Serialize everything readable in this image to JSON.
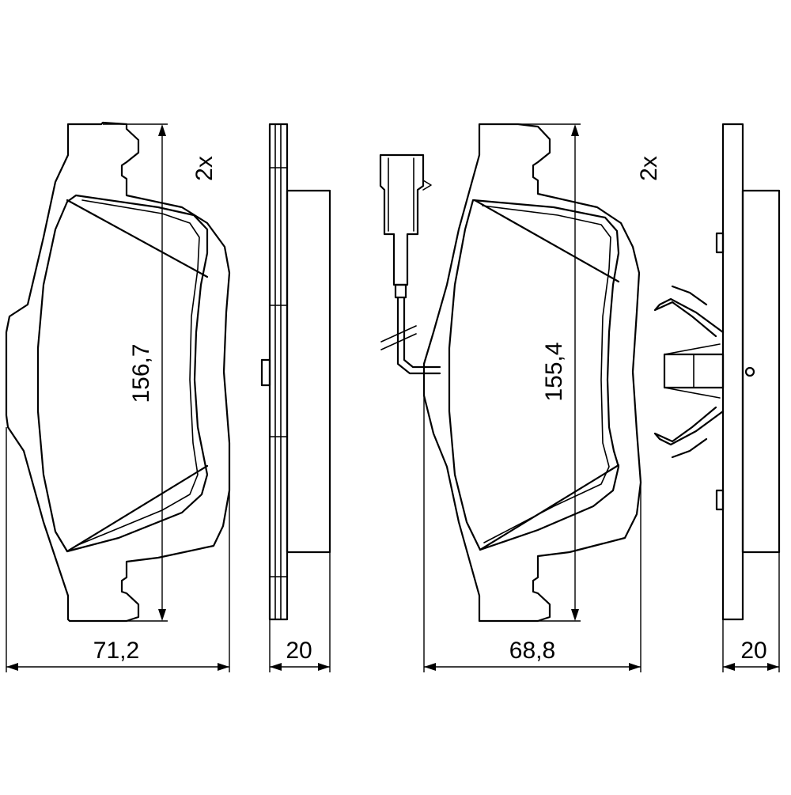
{
  "colors": {
    "line": "#000000",
    "background": "#ffffff"
  },
  "left_pad": {
    "quantity": "2x",
    "height": "156,7",
    "width": "71,2",
    "thickness": "20"
  },
  "right_pad": {
    "quantity": "2x",
    "height": "155,4",
    "width": "68,8",
    "thickness": "20"
  }
}
